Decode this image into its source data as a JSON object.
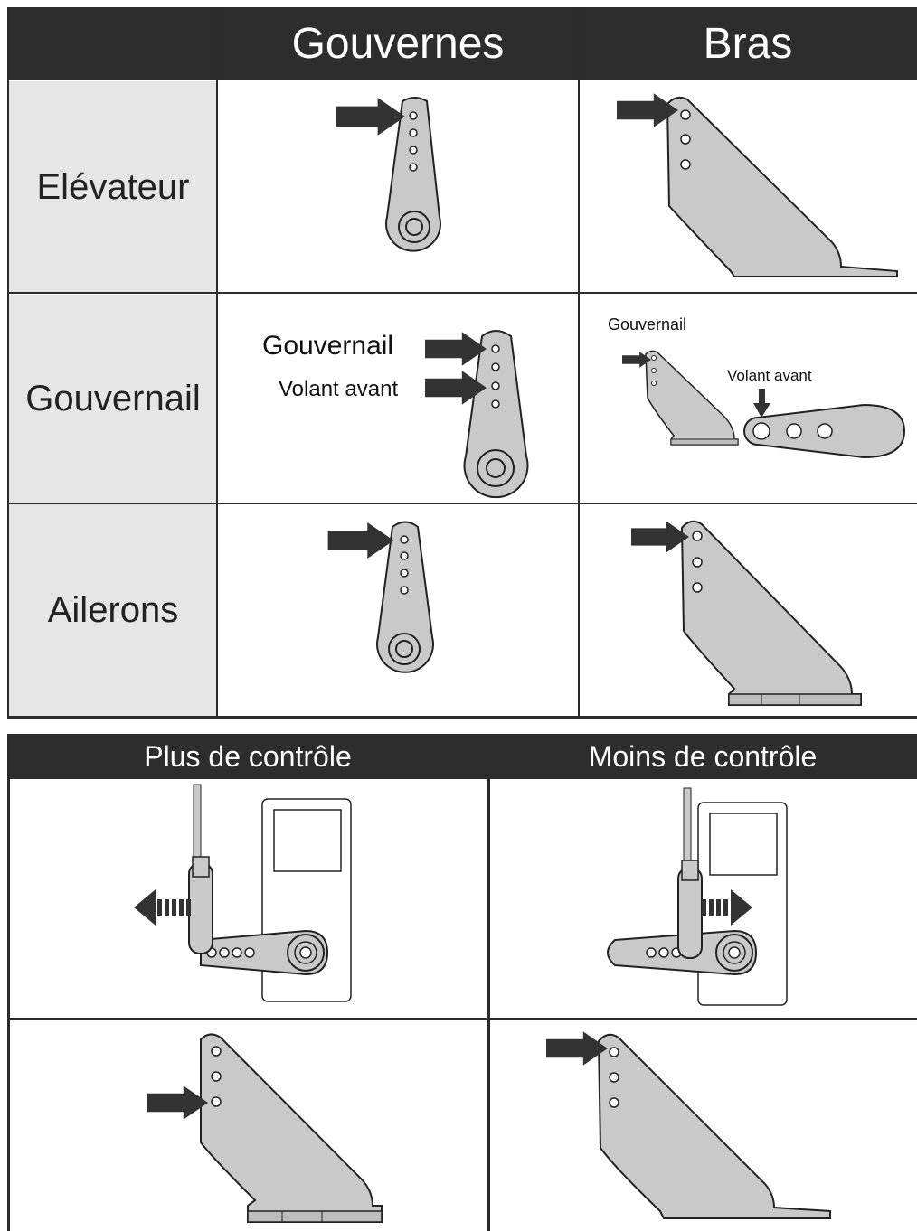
{
  "table1": {
    "headers": {
      "col1": "Gouvernes",
      "col2": "Bras"
    },
    "rows": [
      {
        "label": "Elévateur"
      },
      {
        "label": "Gouvernail"
      },
      {
        "label": "Ailerons"
      }
    ],
    "annotations": {
      "horn_gouvernail": "Gouvernail",
      "horn_volant": "Volant avant",
      "bras_gouvernail": "Gouvernail",
      "bras_volant": "Volant avant"
    }
  },
  "table2": {
    "headers": {
      "col1": "Plus de contrôle",
      "col2": "Moins de contrôle"
    }
  },
  "colors": {
    "header_bg": "#2d2d2d",
    "label_bg": "#e6e6e6",
    "part_fill": "#c9c9c9",
    "arrow": "#333333"
  }
}
